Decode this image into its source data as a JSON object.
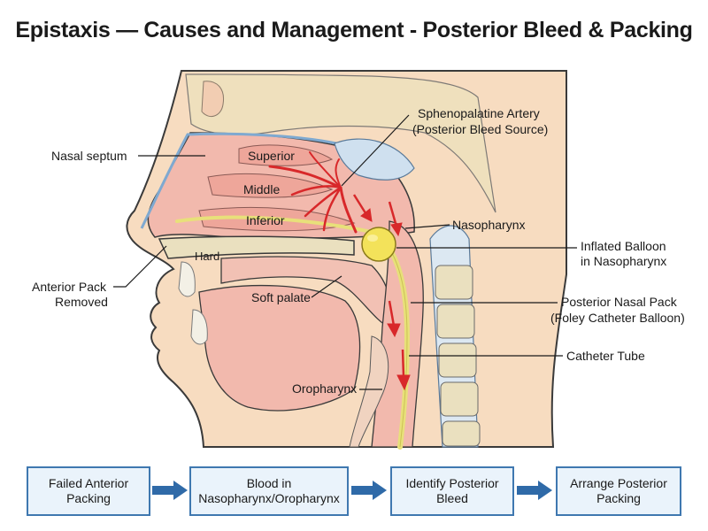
{
  "title": "Epistaxis — Causes and Management - Posterior Bleed & Packing",
  "labels": {
    "nasal_septum": "Nasal septum",
    "superior": "Superior",
    "middle": "Middle",
    "inferior": "Inferior",
    "hard": "Hard",
    "anterior_pack_1": "Anterior Pack",
    "anterior_pack_2": "Removed",
    "soft_palate": "Soft palate",
    "oropharynx": "Oropharynx",
    "sphenopalatine_1": "Sphenopalatine Artery",
    "sphenopalatine_2": "(Posterior Bleed Source)",
    "nasopharynx": "Nasopharynx",
    "balloon_1": "Inflated Balloon",
    "balloon_2": "in Nasopharynx",
    "posterior_pack_1": "Posterior Nasal Pack",
    "posterior_pack_2": "(Foley Catheter Balloon)",
    "catheter_tube": "Catheter Tube"
  },
  "flow": [
    "Failed Anterior\nPacking",
    "Blood in\nNasopharynx/Oropharynx",
    "Identify Posterior\nBleed",
    "Arrange Posterior\nPacking"
  ],
  "colors": {
    "skin": "#f7dcc0",
    "outline": "#3a3a3a",
    "mucosa": "#f2b9ad",
    "bone": "#eae0bf",
    "blood": "#d8282a",
    "catheter": "#e8e07a",
    "balloon": "#f3e25a",
    "flow_border": "#3f78b0",
    "flow_fill": "#eaf3fb",
    "flow_arrow": "#2f6aa8"
  }
}
